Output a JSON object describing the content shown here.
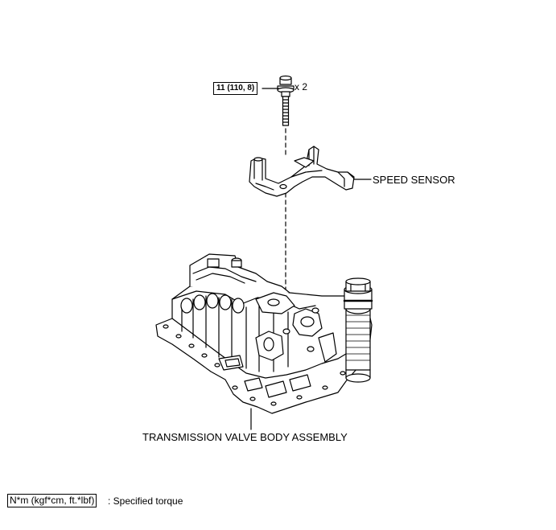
{
  "torque_label": "11 (110, 8)",
  "bolt_quantity": "x 2",
  "part_labels": {
    "speed_sensor": "SPEED SENSOR",
    "valve_body": "TRANSMISSION VALVE BODY ASSEMBLY"
  },
  "legend": {
    "unit_box": "N*m (kgf*cm, ft.*lbf)",
    "description": ": Specified torque"
  }
}
